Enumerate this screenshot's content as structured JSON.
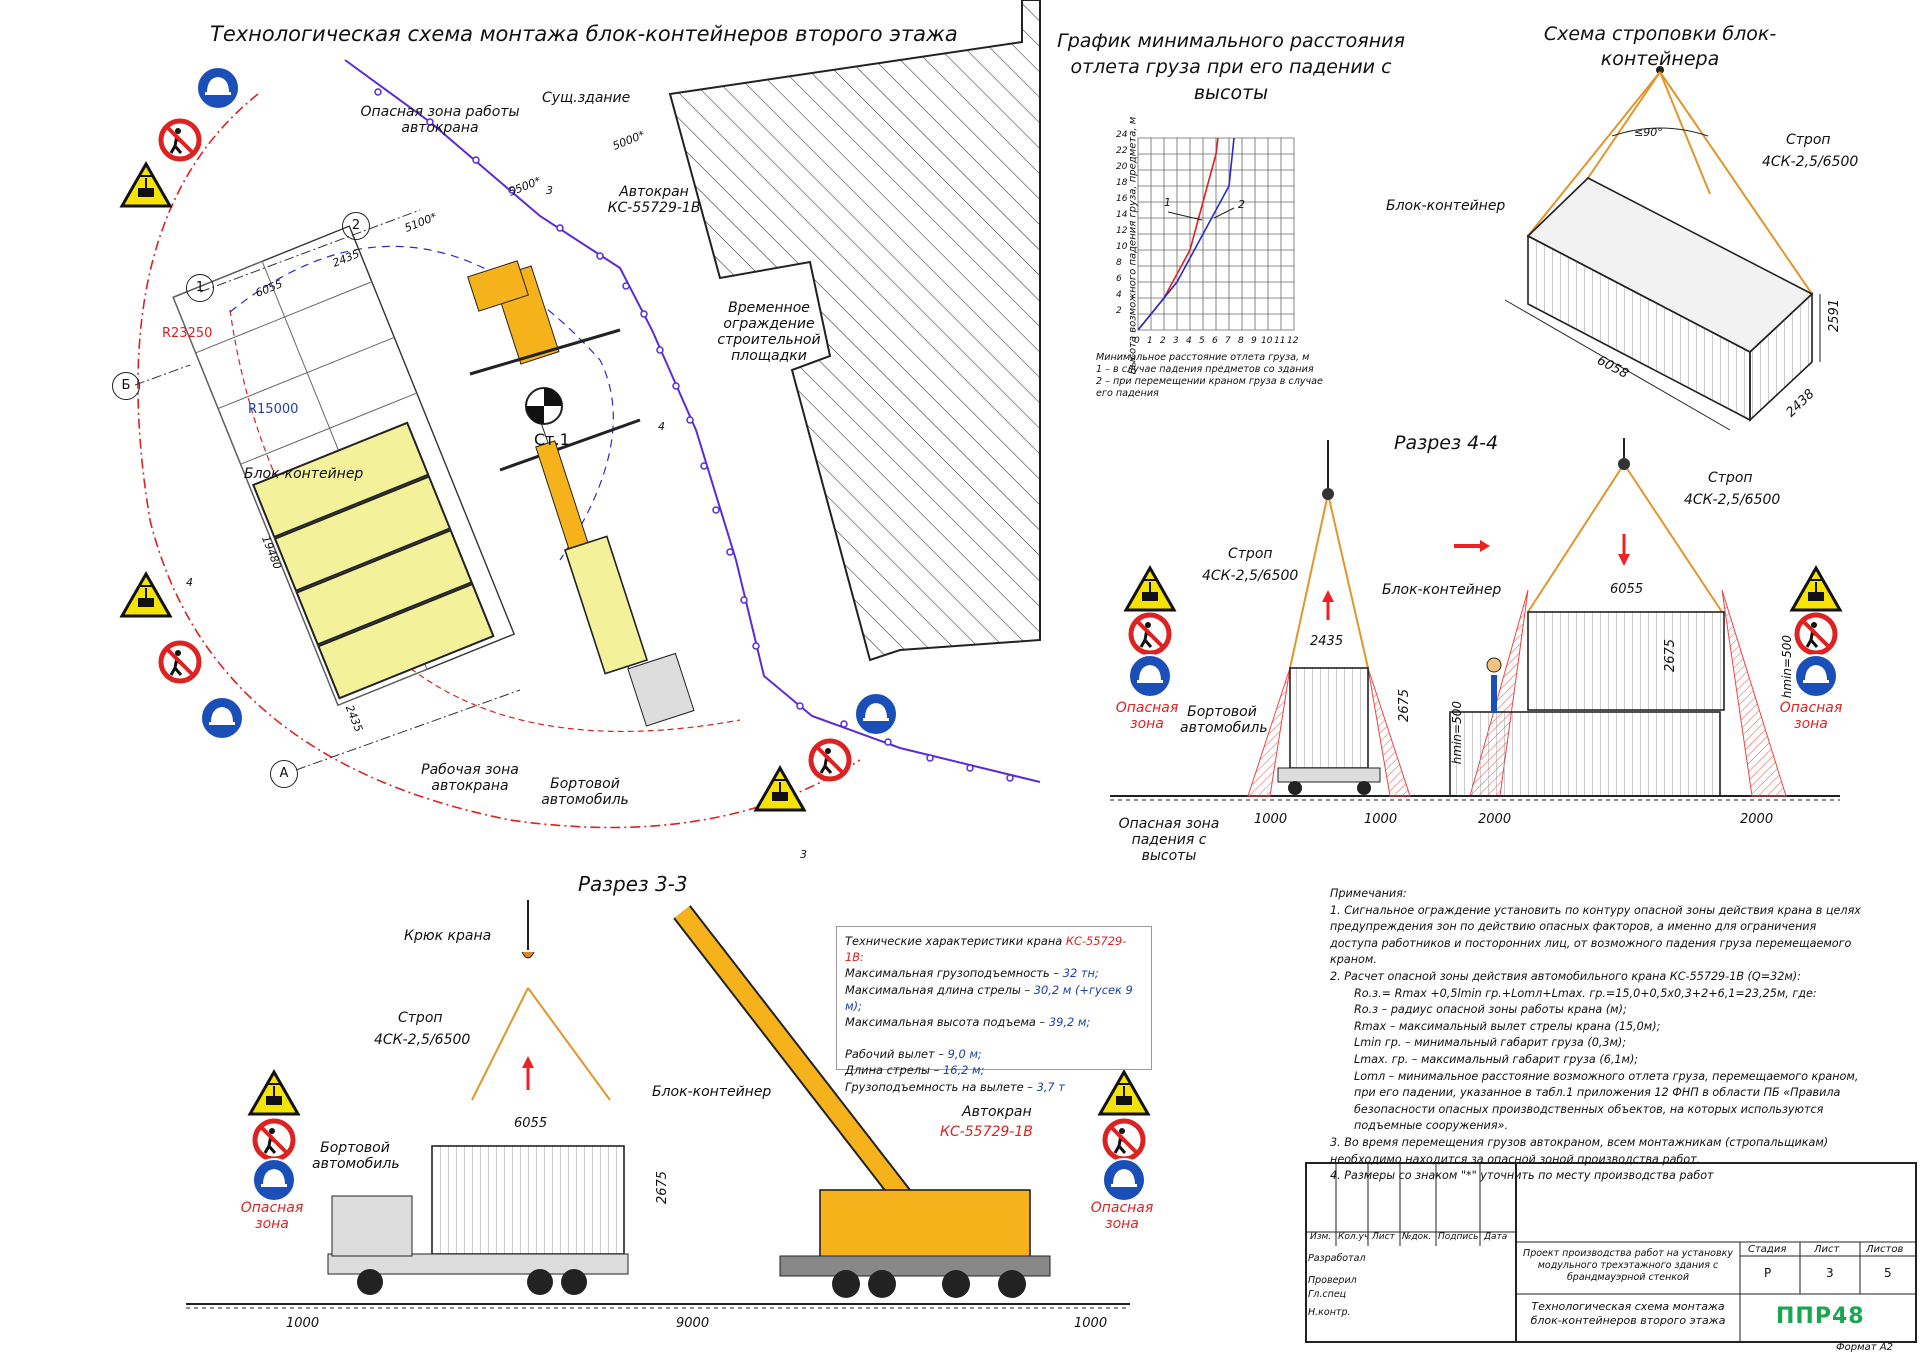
{
  "plan": {
    "title": "Технологическая схема монтажа блок-контейнеров второго этажа",
    "danger_zone_label": "Опасная зона работы автокрана",
    "existing_building": "Сущ.здание",
    "crane_label": "Автокран КС-55729-1В",
    "fence_label": "Временное ограждение строительной площадки",
    "block_label": "Блок-контейнер",
    "station": "Ст.1",
    "work_zone_label": "Рабочая зона автокрана",
    "truck_label": "Бортовой автомобиль",
    "r_outer": "R23250",
    "r_inner": "R15000",
    "dims": {
      "d6055": "6055",
      "d2435": "2435",
      "d2435b": "2435",
      "d19480": "19480",
      "d5100": "5100*",
      "d5500": "5500*",
      "d5000": "5000*"
    },
    "axes": {
      "a1": "1",
      "a2": "2",
      "aA": "А",
      "aB": "Б"
    },
    "section_marks": {
      "s3": "3",
      "s4": "4",
      "s3b": "3",
      "s4b": "4"
    }
  },
  "graph": {
    "title": "График минимального расстояния отлета груза при его падении с высоты",
    "ylabel": "Высота возможного падения груза, предмета, м",
    "y_ticks": [
      "2",
      "4",
      "6",
      "8",
      "10",
      "12",
      "14",
      "16",
      "18",
      "20",
      "22",
      "24"
    ],
    "x_ticks": [
      "0",
      "1",
      "2",
      "3",
      "4",
      "5",
      "6",
      "7",
      "8",
      "9",
      "10",
      "11",
      "12"
    ],
    "curve_labels": [
      "1",
      "2"
    ],
    "caption": [
      "Минимальное расстояние отлета груза, м",
      "1 – в случае падения предметов со здания",
      "2 – при перемещении краном груза в случае",
      "его падения"
    ]
  },
  "sling": {
    "title": "Схема строповки блок-контейнера",
    "angle": "≤90°",
    "strop_label": "Строп",
    "strop_type": "4СК-2,5/6500",
    "block_label": "Блок-контейнер",
    "dim_length": "6058",
    "dim_width": "2438",
    "dim_height": "2591"
  },
  "section44": {
    "title": "Разрез 4-4",
    "strop_left": "Строп",
    "strop_left_type": "4СК-2,5/6500",
    "strop_right": "Строп",
    "strop_right_type": "4СК-2,5/6500",
    "block_label": "Блок-контейнер",
    "truck_label": "Бортовой автомобиль",
    "danger_left": "Опасная зона",
    "danger_right": "Опасная зона",
    "fall_zone": "Опасная зона падения с высоты",
    "dims": {
      "d2435": "2435",
      "d2675": "2675",
      "hmin": "hmin=500",
      "d1000a": "1000",
      "d1000b": "1000",
      "d6055": "6055",
      "d2675b": "2675",
      "hmin2": "hmin=500",
      "d2000a": "2000",
      "d2000b": "2000"
    }
  },
  "section33": {
    "title": "Разрез 3-3",
    "hook": "Крюк крана",
    "strop": "Строп",
    "strop_type": "4СК-2,5/6500",
    "block_label": "Блок-контейнер",
    "truck_label": "Бортовой автомобиль",
    "crane_label": "Автокран",
    "crane_model": "КС-55729-1В",
    "danger_left": "Опасная зона",
    "danger_right": "Опасная зона",
    "dims": {
      "d6055": "6055",
      "d2675": "2675",
      "d1000a": "1000",
      "d9000": "9000",
      "d1000b": "1000"
    }
  },
  "specs": {
    "heading": "Технические характеристики крана ",
    "heading_model": "КС-55729-1В:",
    "lines": [
      {
        "label": "Максимальная грузоподъемность – ",
        "value": "32 тн;"
      },
      {
        "label": "Максимальная длина стрелы – ",
        "value": "30,2 м (+гусек 9 м);"
      },
      {
        "label": "Максимальная высота подъема – ",
        "value": "39,2 м;"
      },
      {
        "label": "Рабочий вылет – ",
        "value": "9,0 м;"
      },
      {
        "label": "Длина стрелы – ",
        "value": "16,2 м;"
      },
      {
        "label": "Грузоподъемность на вылете – ",
        "value": "3,7 т"
      }
    ]
  },
  "notes": {
    "heading": "Примечания:",
    "n1": "1. Сигнальное ограждение установить по контуру опасной зоны действия крана в целях предупреждения зон по действию опасных факторов, а именно для ограничения доступа работников и посторонних лиц, от возможного падения груза перемещаемого краном.",
    "n2": "2. Расчет опасной зоны действия автомобильного крана КС-55729-1В (Q=32м):",
    "f1": "Ro.з.= Rmax +0,5lmin гр.+Lomл+Lmax. гр.=15,0+0,5х0,3+2+6,1=23,25м, где:",
    "f2": "Ro.з – радиус опасной зоны работы крана (м);",
    "f3": "Rmax – максимальный вылет стрелы крана (15,0м);",
    "f4": "Lmin гр. – минимальный габарит груза (0,3м);",
    "f5": "Lmax. гр. – максимальный габарит груза (6,1м);",
    "f6": "Lomл – минимальное расстояние возможного отлета груза, перемещаемого краном, при его падении, указанное в табл.1 приложения 12 ФНП в области ПБ «Правила безопасности опасных производственных объектов, на которых используются подъемные сооружения».",
    "n3": "3. Во время перемещения грузов автокраном, всем монтажникам (стропальщикам) необходимо находится за опасной зоной производства работ.",
    "n4": "4. Размеры со знаком \"*\" уточнить по месту производства работ"
  },
  "titleblock": {
    "cols": [
      "Изм.",
      "Кол.уч",
      "Лист",
      "№док.",
      "Подпись",
      "Дата"
    ],
    "rows": [
      "Разработал",
      "Проверил",
      "Гл.спец",
      "Н.контр."
    ],
    "project": "Проект производства работ на установку модульного трехэтажного здания с брандмауэрной стенкой",
    "sheet_title": "Технологическая схема монтажа блок-контейнеров второго этажа",
    "h_stage": "Стадия",
    "h_sheet": "Лист",
    "h_sheets": "Листов",
    "stage": "Р",
    "sheet": "3",
    "sheets": "5",
    "company": "ППР48",
    "format": "Формат А2"
  },
  "colors": {
    "danger": "#d22222",
    "fence": "#5a2bd6",
    "container": "#f3f19a",
    "crane": "#f6b21a",
    "sign_blue": "#1b4fb8",
    "sign_yellow": "#f7e300",
    "logo": "#1aa64c"
  }
}
